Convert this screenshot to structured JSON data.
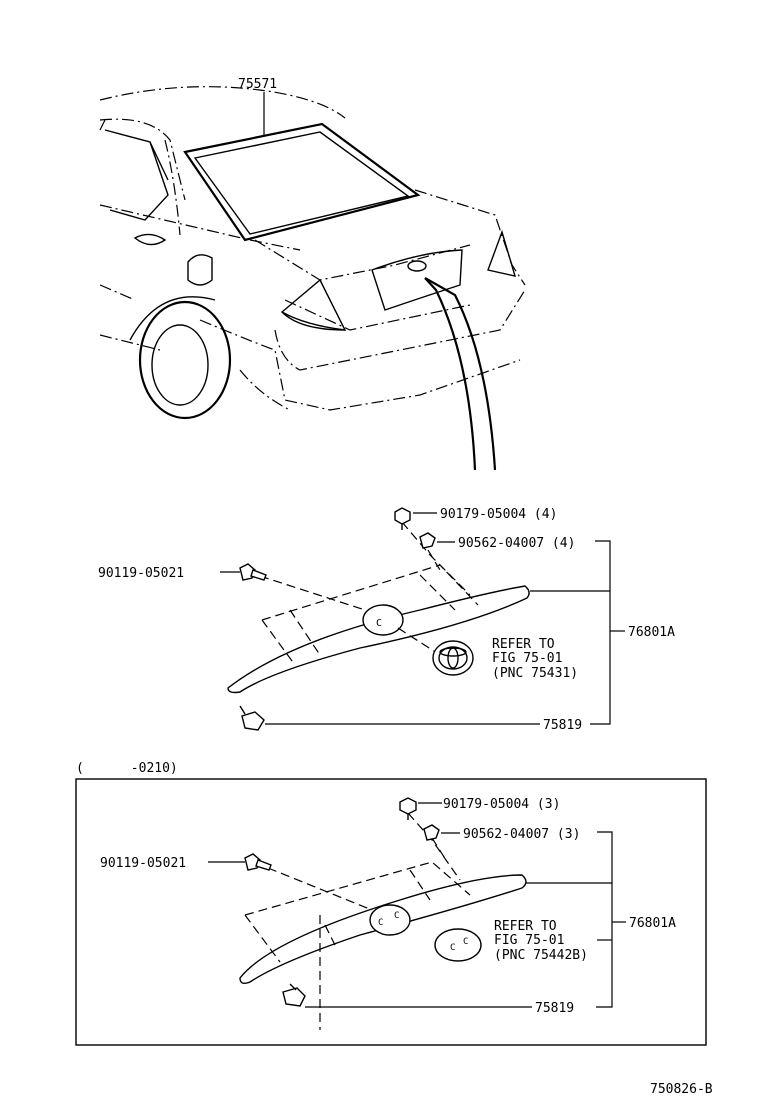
{
  "top_section": {
    "window_part": "75571",
    "parts": {
      "bolt": "90179-05004 (4)",
      "nut": "90562-04007 (4)",
      "screw": "90119-05021",
      "garnish": "76801A",
      "refer_line1": "REFER TO",
      "refer_line2": "FIG 75-01",
      "refer_line3": "(PNC 75431)",
      "clip": "75819"
    }
  },
  "bottom_section": {
    "range_label": "(      -0210)",
    "parts": {
      "bolt": "90179-05004 (3)",
      "nut": "90562-04007 (3)",
      "screw": "90119-05021",
      "garnish": "76801A",
      "refer_line1": "REFER TO",
      "refer_line2": "FIG 75-01",
      "refer_line3": "(PNC 75442B)",
      "clip": "75819"
    }
  },
  "figure_code": "750826-B"
}
